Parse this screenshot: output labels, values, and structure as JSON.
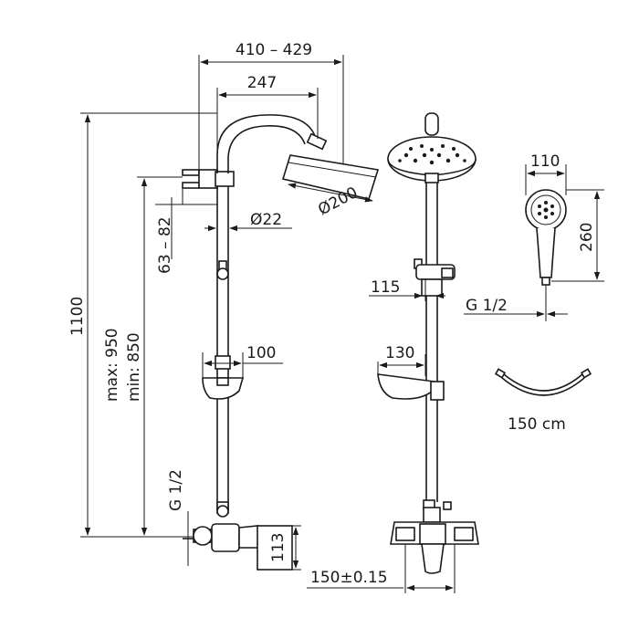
{
  "dimensions": {
    "width_range": "410 – 429",
    "head_offset": "247",
    "head_diameter": "Ø200",
    "pipe_diameter": "Ø22",
    "wall_offset": "63 – 82",
    "total_height": "1100",
    "max_height": "max: 950",
    "min_height": "min: 850",
    "inlet_thread_left": "G 1/2",
    "mixer_height": "113",
    "tray_depth_side": "100",
    "tray_width_front": "130",
    "holder_offset": "115",
    "inlet_thread_right": "G 1/2",
    "centre_distance": "150±0.15",
    "hand_shower_diameter": "110",
    "hand_shower_length": "260",
    "hose_length": "150 cm"
  }
}
